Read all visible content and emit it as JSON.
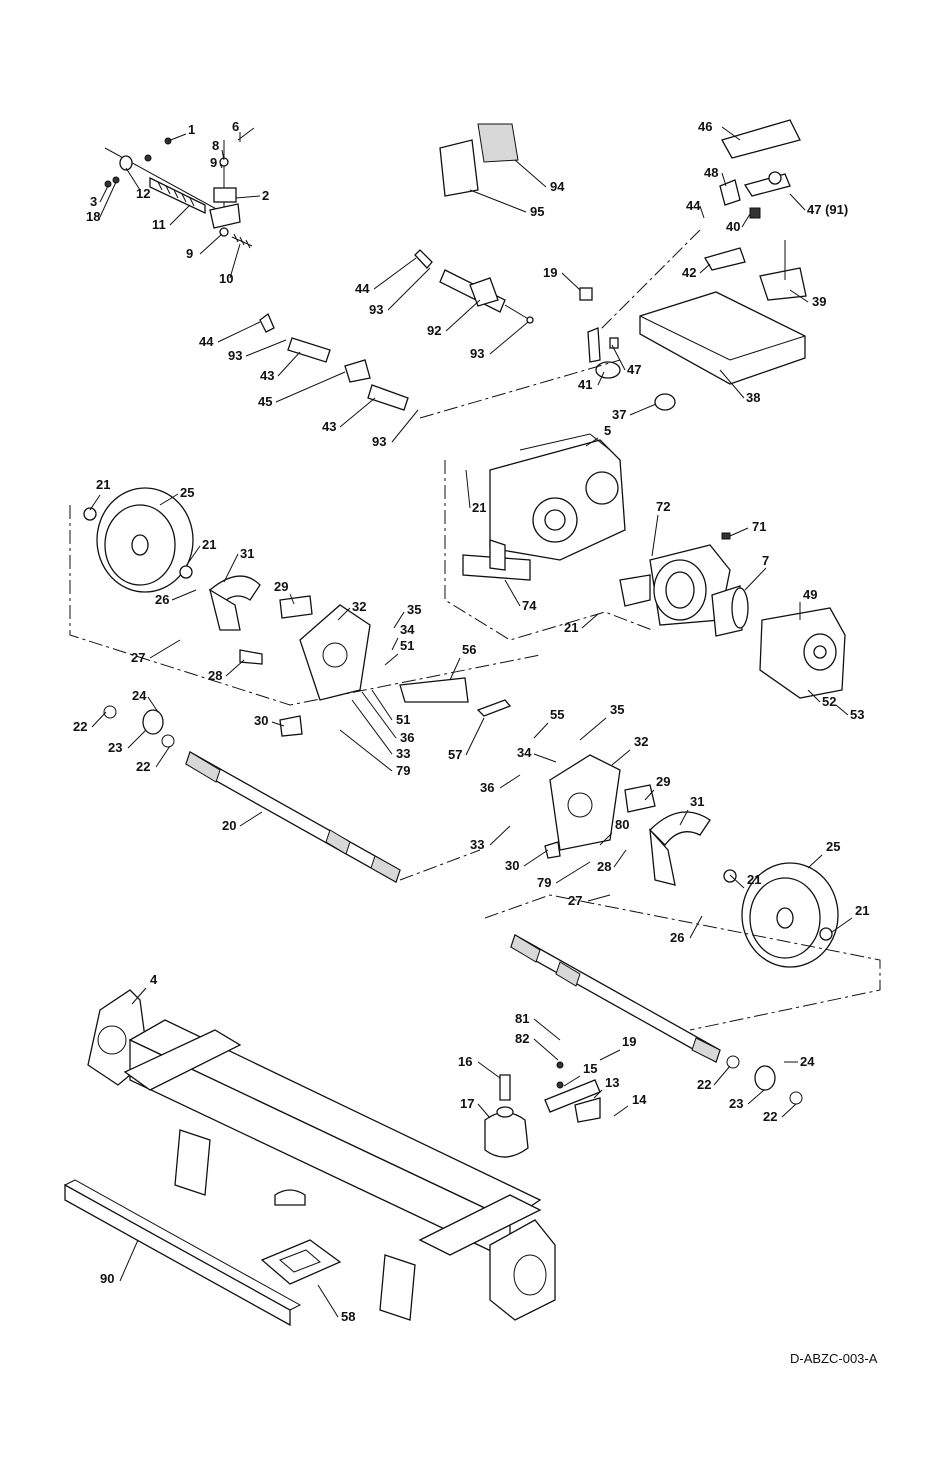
{
  "drawing_id": "D-ABZC-003-A",
  "callouts": [
    {
      "label": "1"
    },
    {
      "label": "6"
    },
    {
      "label": "8"
    },
    {
      "label": "9"
    },
    {
      "label": "12"
    },
    {
      "label": "2"
    },
    {
      "label": "3"
    },
    {
      "label": "18"
    },
    {
      "label": "11"
    },
    {
      "label": "9"
    },
    {
      "label": "10"
    },
    {
      "label": "94"
    },
    {
      "label": "95"
    },
    {
      "label": "46"
    },
    {
      "label": "48"
    },
    {
      "label": "47 (91)"
    },
    {
      "label": "44"
    },
    {
      "label": "40"
    },
    {
      "label": "42"
    },
    {
      "label": "39"
    },
    {
      "label": "44"
    },
    {
      "label": "93"
    },
    {
      "label": "92"
    },
    {
      "label": "19"
    },
    {
      "label": "93"
    },
    {
      "label": "47"
    },
    {
      "label": "44"
    },
    {
      "label": "93"
    },
    {
      "label": "43"
    },
    {
      "label": "41"
    },
    {
      "label": "38"
    },
    {
      "label": "45"
    },
    {
      "label": "43"
    },
    {
      "label": "93"
    },
    {
      "label": "37"
    },
    {
      "label": "5"
    },
    {
      "label": "21"
    },
    {
      "label": "25"
    },
    {
      "label": "21"
    },
    {
      "label": "21"
    },
    {
      "label": "72"
    },
    {
      "label": "71"
    },
    {
      "label": "31"
    },
    {
      "label": "7"
    },
    {
      "label": "26"
    },
    {
      "label": "29"
    },
    {
      "label": "32"
    },
    {
      "label": "35"
    },
    {
      "label": "74"
    },
    {
      "label": "21"
    },
    {
      "label": "49"
    },
    {
      "label": "34"
    },
    {
      "label": "27"
    },
    {
      "label": "51"
    },
    {
      "label": "56"
    },
    {
      "label": "28"
    },
    {
      "label": "52"
    },
    {
      "label": "53"
    },
    {
      "label": "24"
    },
    {
      "label": "22"
    },
    {
      "label": "30"
    },
    {
      "label": "51"
    },
    {
      "label": "36"
    },
    {
      "label": "33"
    },
    {
      "label": "55"
    },
    {
      "label": "35"
    },
    {
      "label": "23"
    },
    {
      "label": "22"
    },
    {
      "label": "79"
    },
    {
      "label": "57"
    },
    {
      "label": "34"
    },
    {
      "label": "32"
    },
    {
      "label": "36"
    },
    {
      "label": "29"
    },
    {
      "label": "20"
    },
    {
      "label": "31"
    },
    {
      "label": "80"
    },
    {
      "label": "33"
    },
    {
      "label": "30"
    },
    {
      "label": "28"
    },
    {
      "label": "25"
    },
    {
      "label": "79"
    },
    {
      "label": "21"
    },
    {
      "label": "27"
    },
    {
      "label": "26"
    },
    {
      "label": "21"
    },
    {
      "label": "4"
    },
    {
      "label": "81"
    },
    {
      "label": "82"
    },
    {
      "label": "19"
    },
    {
      "label": "16"
    },
    {
      "label": "15"
    },
    {
      "label": "13"
    },
    {
      "label": "24"
    },
    {
      "label": "17"
    },
    {
      "label": "14"
    },
    {
      "label": "22"
    },
    {
      "label": "23"
    },
    {
      "label": "22"
    },
    {
      "label": "90"
    },
    {
      "label": "58"
    }
  ]
}
